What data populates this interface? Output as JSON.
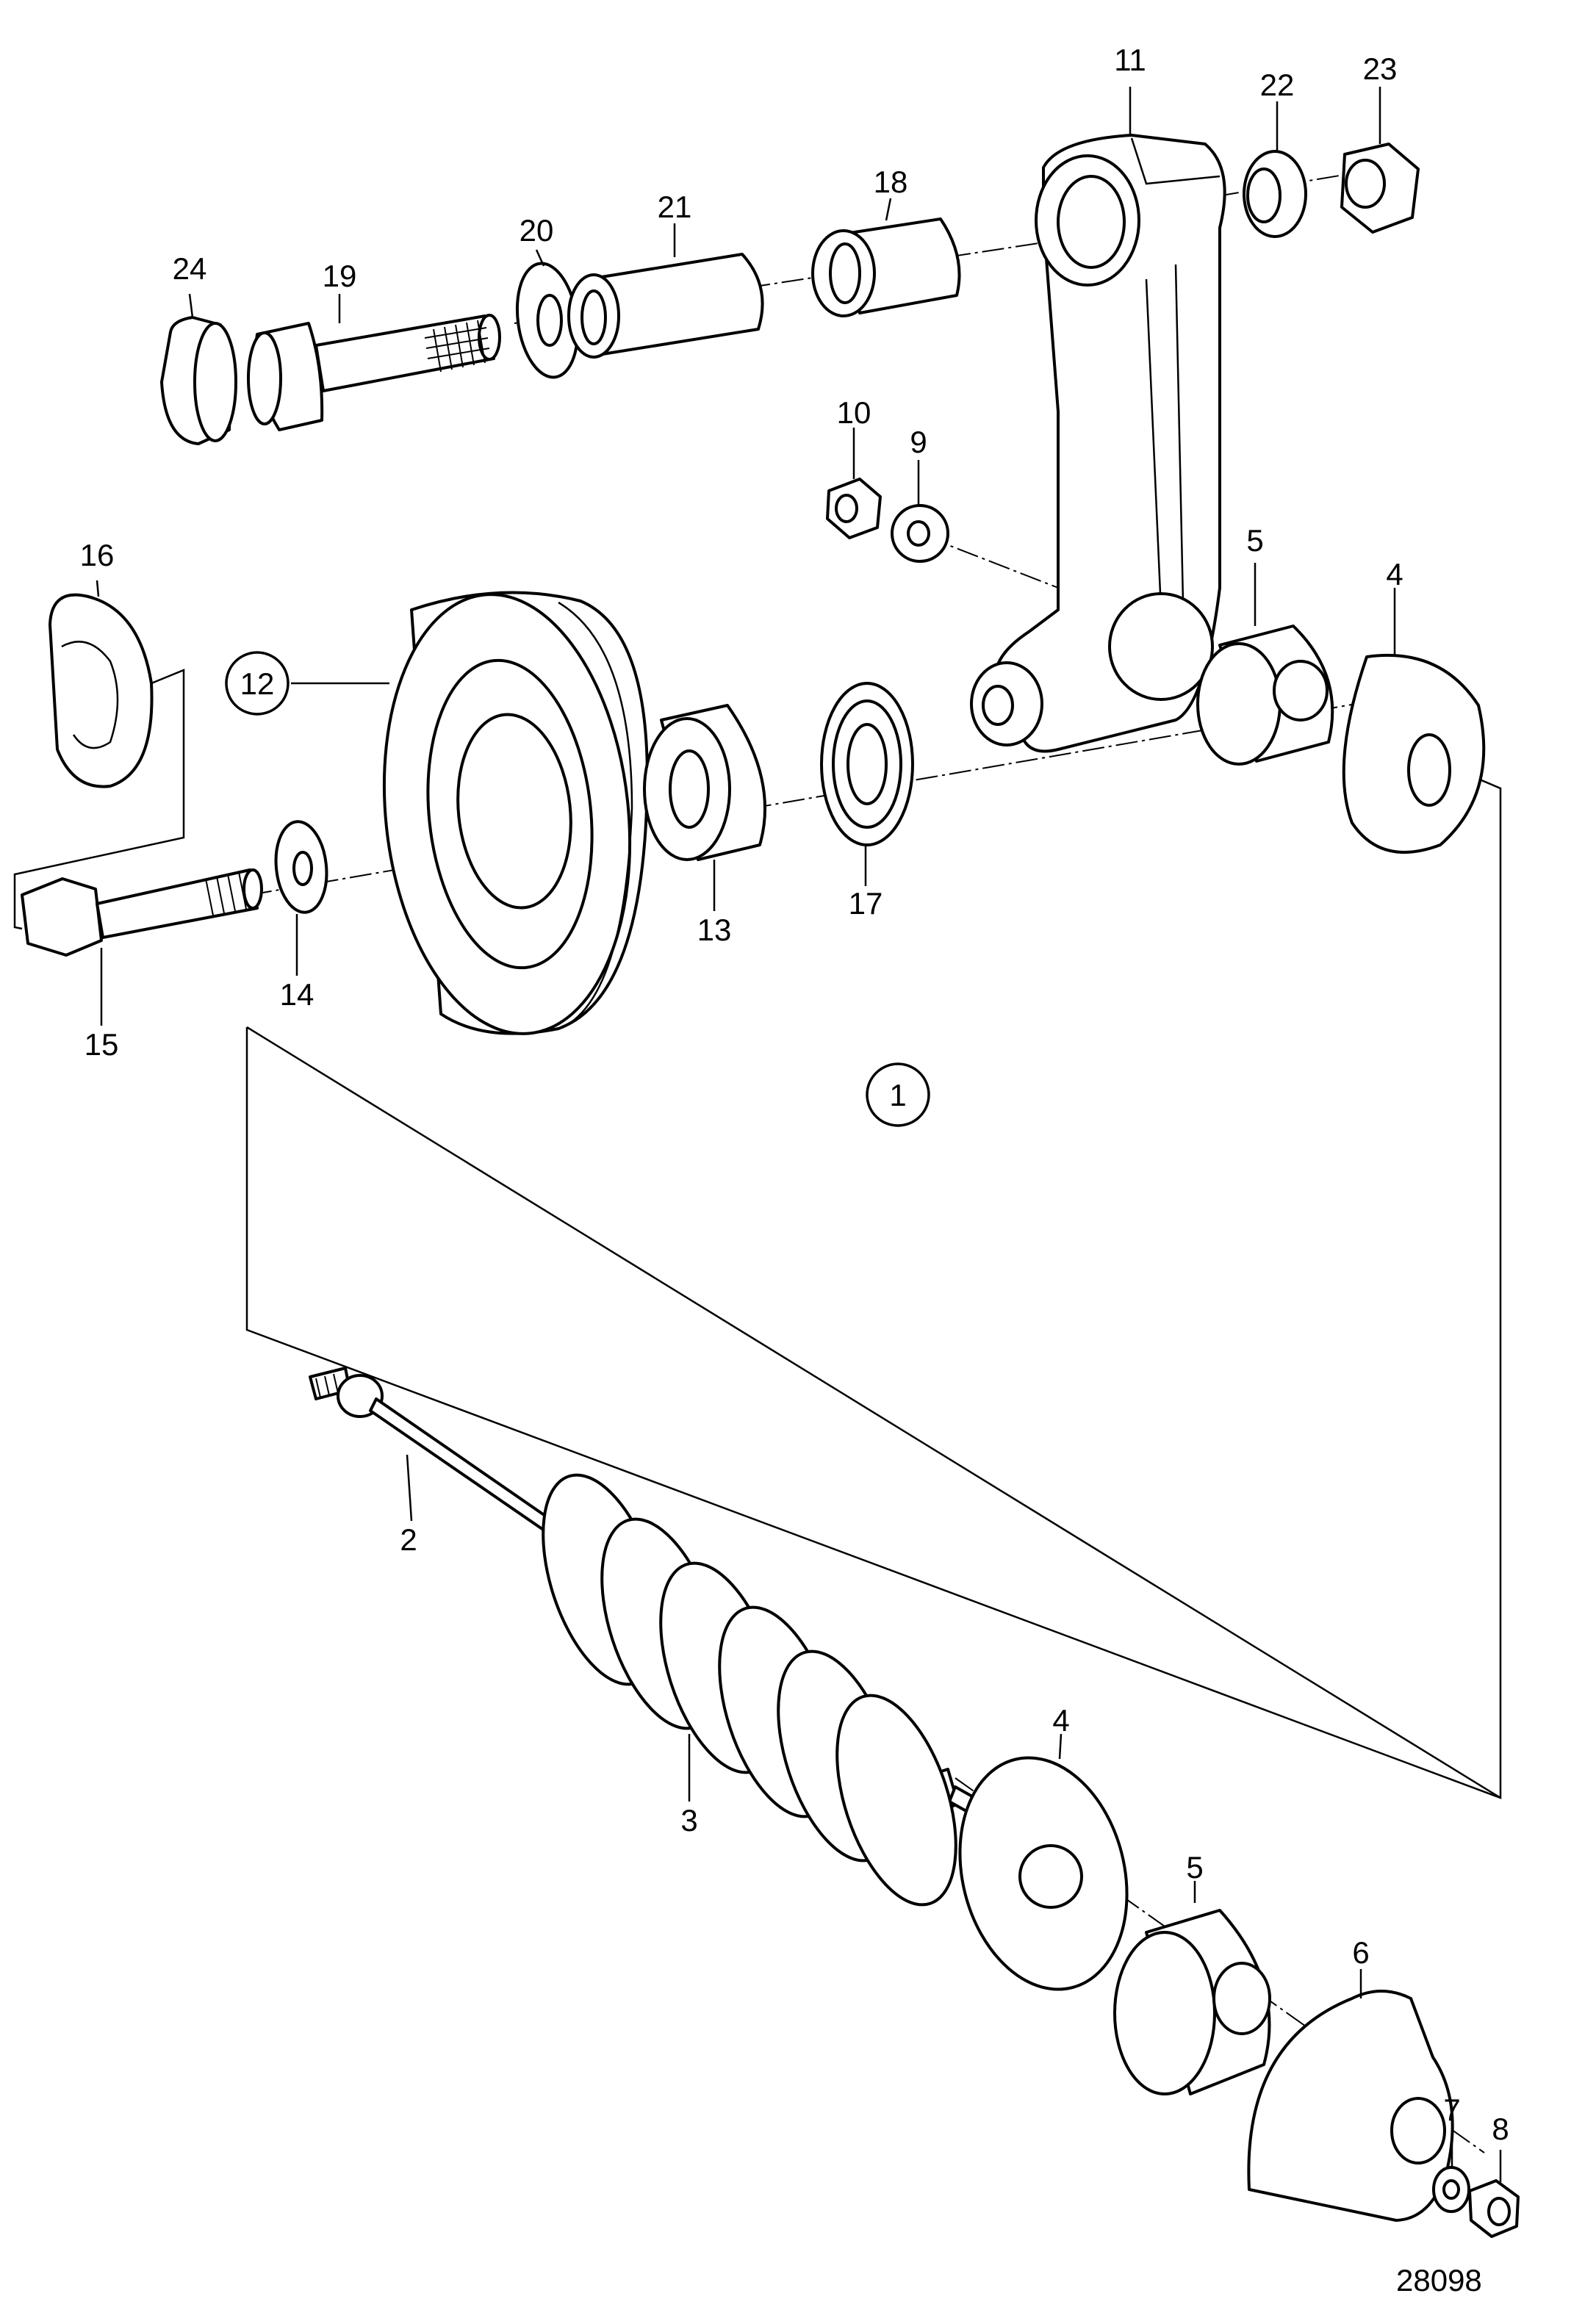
{
  "drawing_number": "28098",
  "callouts": {
    "c1": "1",
    "c2": "2",
    "c3": "3",
    "c4a": "4",
    "c4b": "4",
    "c5a": "5",
    "c5b": "5",
    "c6": "6",
    "c7": "7",
    "c8": "8",
    "c9": "9",
    "c10": "10",
    "c11": "11",
    "c12": "12",
    "c13": "13",
    "c14": "14",
    "c15": "15",
    "c16": "16",
    "c17": "17",
    "c18": "18",
    "c19": "19",
    "c20": "20",
    "c21": "21",
    "c22": "22",
    "c23": "23",
    "c24": "24"
  },
  "colors": {
    "line": "#000000",
    "background": "#ffffff"
  }
}
